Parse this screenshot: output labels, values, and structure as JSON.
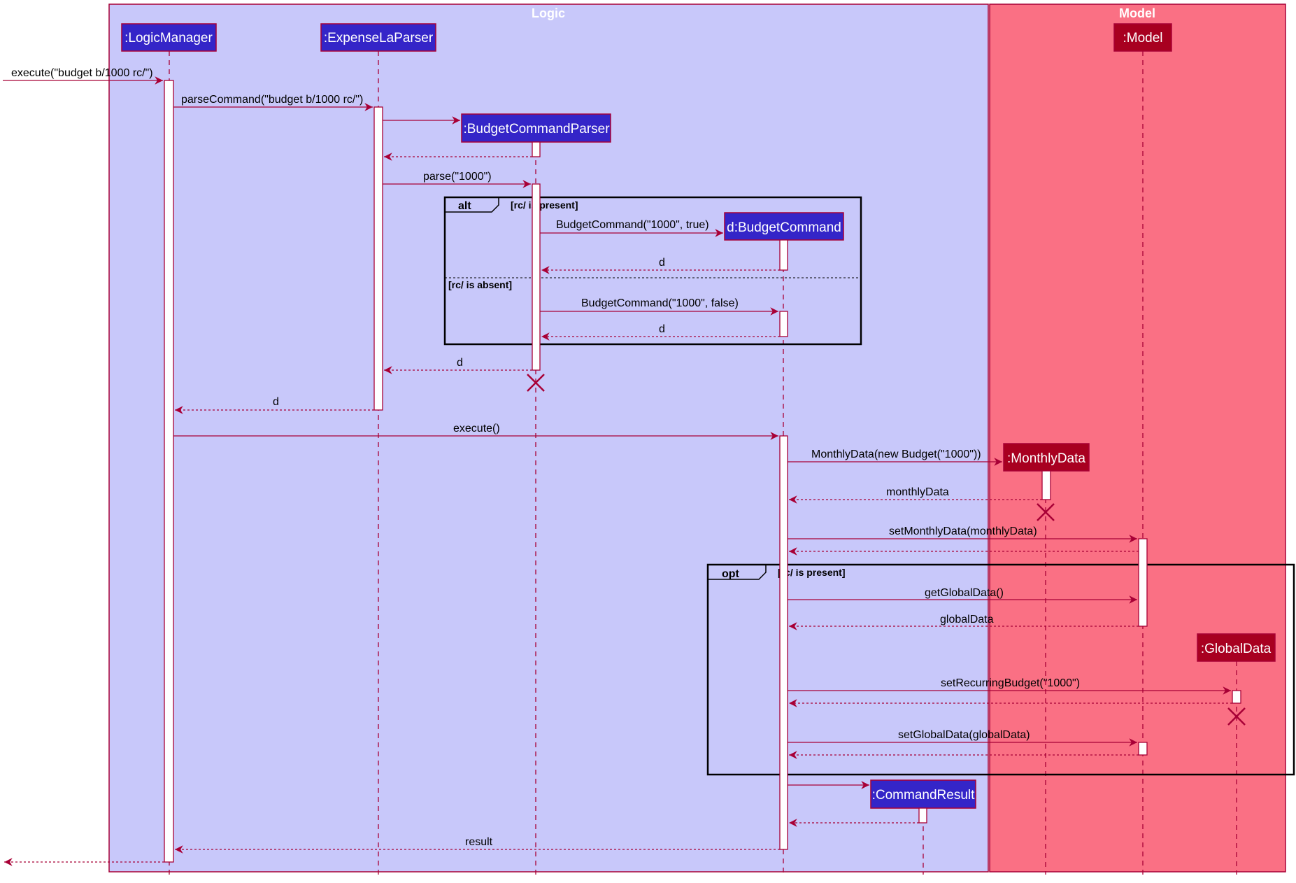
{
  "groups": {
    "logic": {
      "title": "Logic",
      "color": "#c8c8fa"
    },
    "model": {
      "title": "Model",
      "color": "#fa7084"
    }
  },
  "participants": {
    "logic_manager": ":LogicManager",
    "parser": ":ExpenseLaParser",
    "budget_parser": ":BudgetCommandParser",
    "budget_command": "d:BudgetCommand",
    "model": ":Model",
    "monthly_data": ":MonthlyData",
    "global_data": ":GlobalData",
    "command_result": ":CommandResult"
  },
  "messages": {
    "execute_input": "execute(\"budget b/1000 rc/\")",
    "parse_command": "parseCommand(\"budget b/1000 rc/\")",
    "parse": "parse(\"1000\")",
    "budget_true": "BudgetCommand(\"1000\", true)",
    "return_d1": "d",
    "budget_false": "BudgetCommand(\"1000\", false)",
    "return_d2": "d",
    "return_d3": "d",
    "return_d4": "d",
    "execute": "execute()",
    "monthly_ctor": "MonthlyData(new Budget(\"1000\"))",
    "monthly_return": "monthlyData",
    "set_monthly": "setMonthlyData(monthlyData)",
    "get_global": "getGlobalData()",
    "global_return": "globalData",
    "set_recurring": "setRecurringBudget(\"1000\")",
    "set_global": "setGlobalData(globalData)",
    "result": "result"
  },
  "frames": {
    "alt": {
      "label": "alt",
      "guard1": "[rc/ is present]",
      "guard2": "[rc/ is absent]"
    },
    "opt": {
      "label": "opt",
      "guard": "[rc/ is present]"
    }
  },
  "colors": {
    "logic_box": "#3425c8",
    "model_box": "#a80020",
    "line": "#a80036",
    "activation_fill": "#ffffff"
  }
}
